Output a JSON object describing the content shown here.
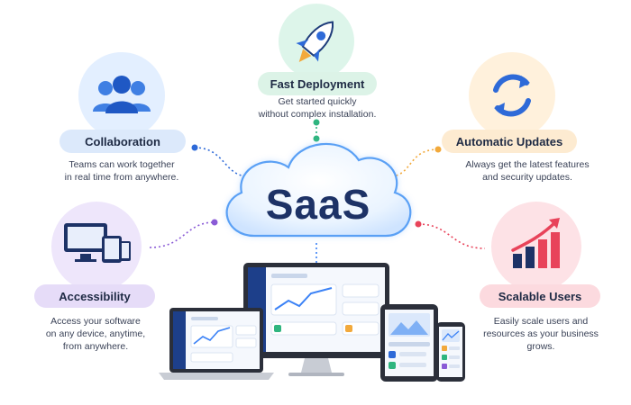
{
  "center": {
    "label": "SaaS"
  },
  "features": [
    {
      "id": "collaboration",
      "title": "Collaboration",
      "desc_lines": [
        "Teams can work together",
        "in real time from anywhere."
      ],
      "icon": "people-group-icon",
      "accent": "#2e6ad8"
    },
    {
      "id": "fast-deployment",
      "title": "Fast Deployment",
      "desc_lines": [
        "Get started quickly",
        "without complex installation."
      ],
      "icon": "rocket-icon",
      "accent": "#2fb57f"
    },
    {
      "id": "automatic-updates",
      "title": "Automatic Updates",
      "desc_lines": [
        "Always get the latest features",
        "and security updates."
      ],
      "icon": "refresh-arrows-icon",
      "accent": "#f2a93b"
    },
    {
      "id": "accessibility",
      "title": "Accessibility",
      "desc_lines": [
        "Access your software",
        "on any device, anytime,",
        "from anywhere."
      ],
      "icon": "multi-device-icon",
      "accent": "#8a5bd6"
    },
    {
      "id": "scalable-users",
      "title": "Scalable Users",
      "desc_lines": [
        "Easily scale users and",
        "resources as your business",
        "grows."
      ],
      "icon": "growth-chart-icon",
      "accent": "#e8435a"
    }
  ],
  "devices": [
    "laptop-icon",
    "desktop-monitor-icon",
    "tablet-icon",
    "smartphone-icon"
  ],
  "colors": {
    "navy": "#1d3266",
    "cloud_blue": "#3b82f6",
    "cloud_light": "#eaf4ff"
  }
}
